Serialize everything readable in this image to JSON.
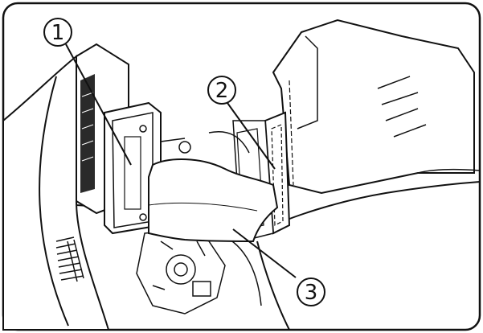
{
  "callouts": [
    {
      "id": "1",
      "label": "①"
    },
    {
      "id": "2",
      "label": "②"
    },
    {
      "id": "3",
      "label": "③"
    }
  ],
  "colors": {
    "outline": "#111111",
    "fill": "#ffffff",
    "shade": "#2a2a2a"
  }
}
